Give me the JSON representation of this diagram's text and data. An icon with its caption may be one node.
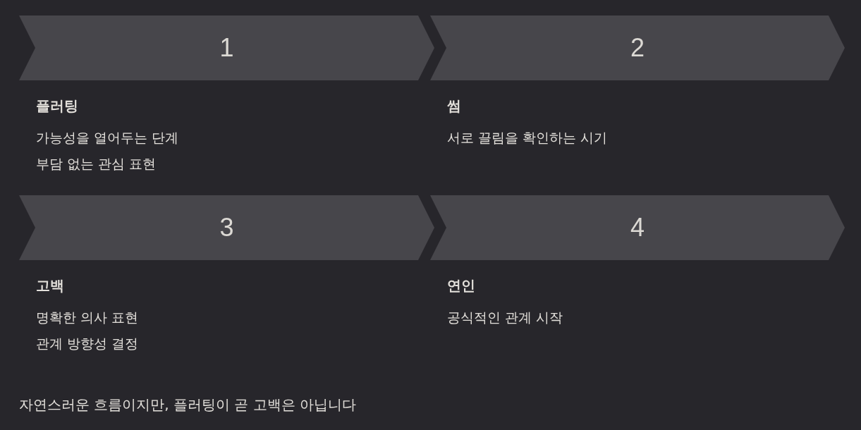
{
  "diagram": {
    "nodes": [
      {
        "text": [
          "1"
        ],
        "beside": [
          "플러팅",
          "가능성을 열어두는 단계",
          "부담 없는 관심 표현"
        ]
      },
      {
        "text": [
          "2"
        ],
        "beside": [
          "썸",
          "서로 끌림을 확인하는 시기"
        ]
      },
      {
        "text": [
          "3"
        ],
        "beside": [
          "고백",
          "명확한 의사 표현",
          "관계 방향성 결정"
        ]
      },
      {
        "text": [
          "4"
        ],
        "beside": [
          "연인",
          "공식적인 관계 시작"
        ]
      }
    ],
    "labels": [
      "자연스러운 흐름이지만, 플러팅이 곧 고백은 아닙니다"
    ]
  }
}
